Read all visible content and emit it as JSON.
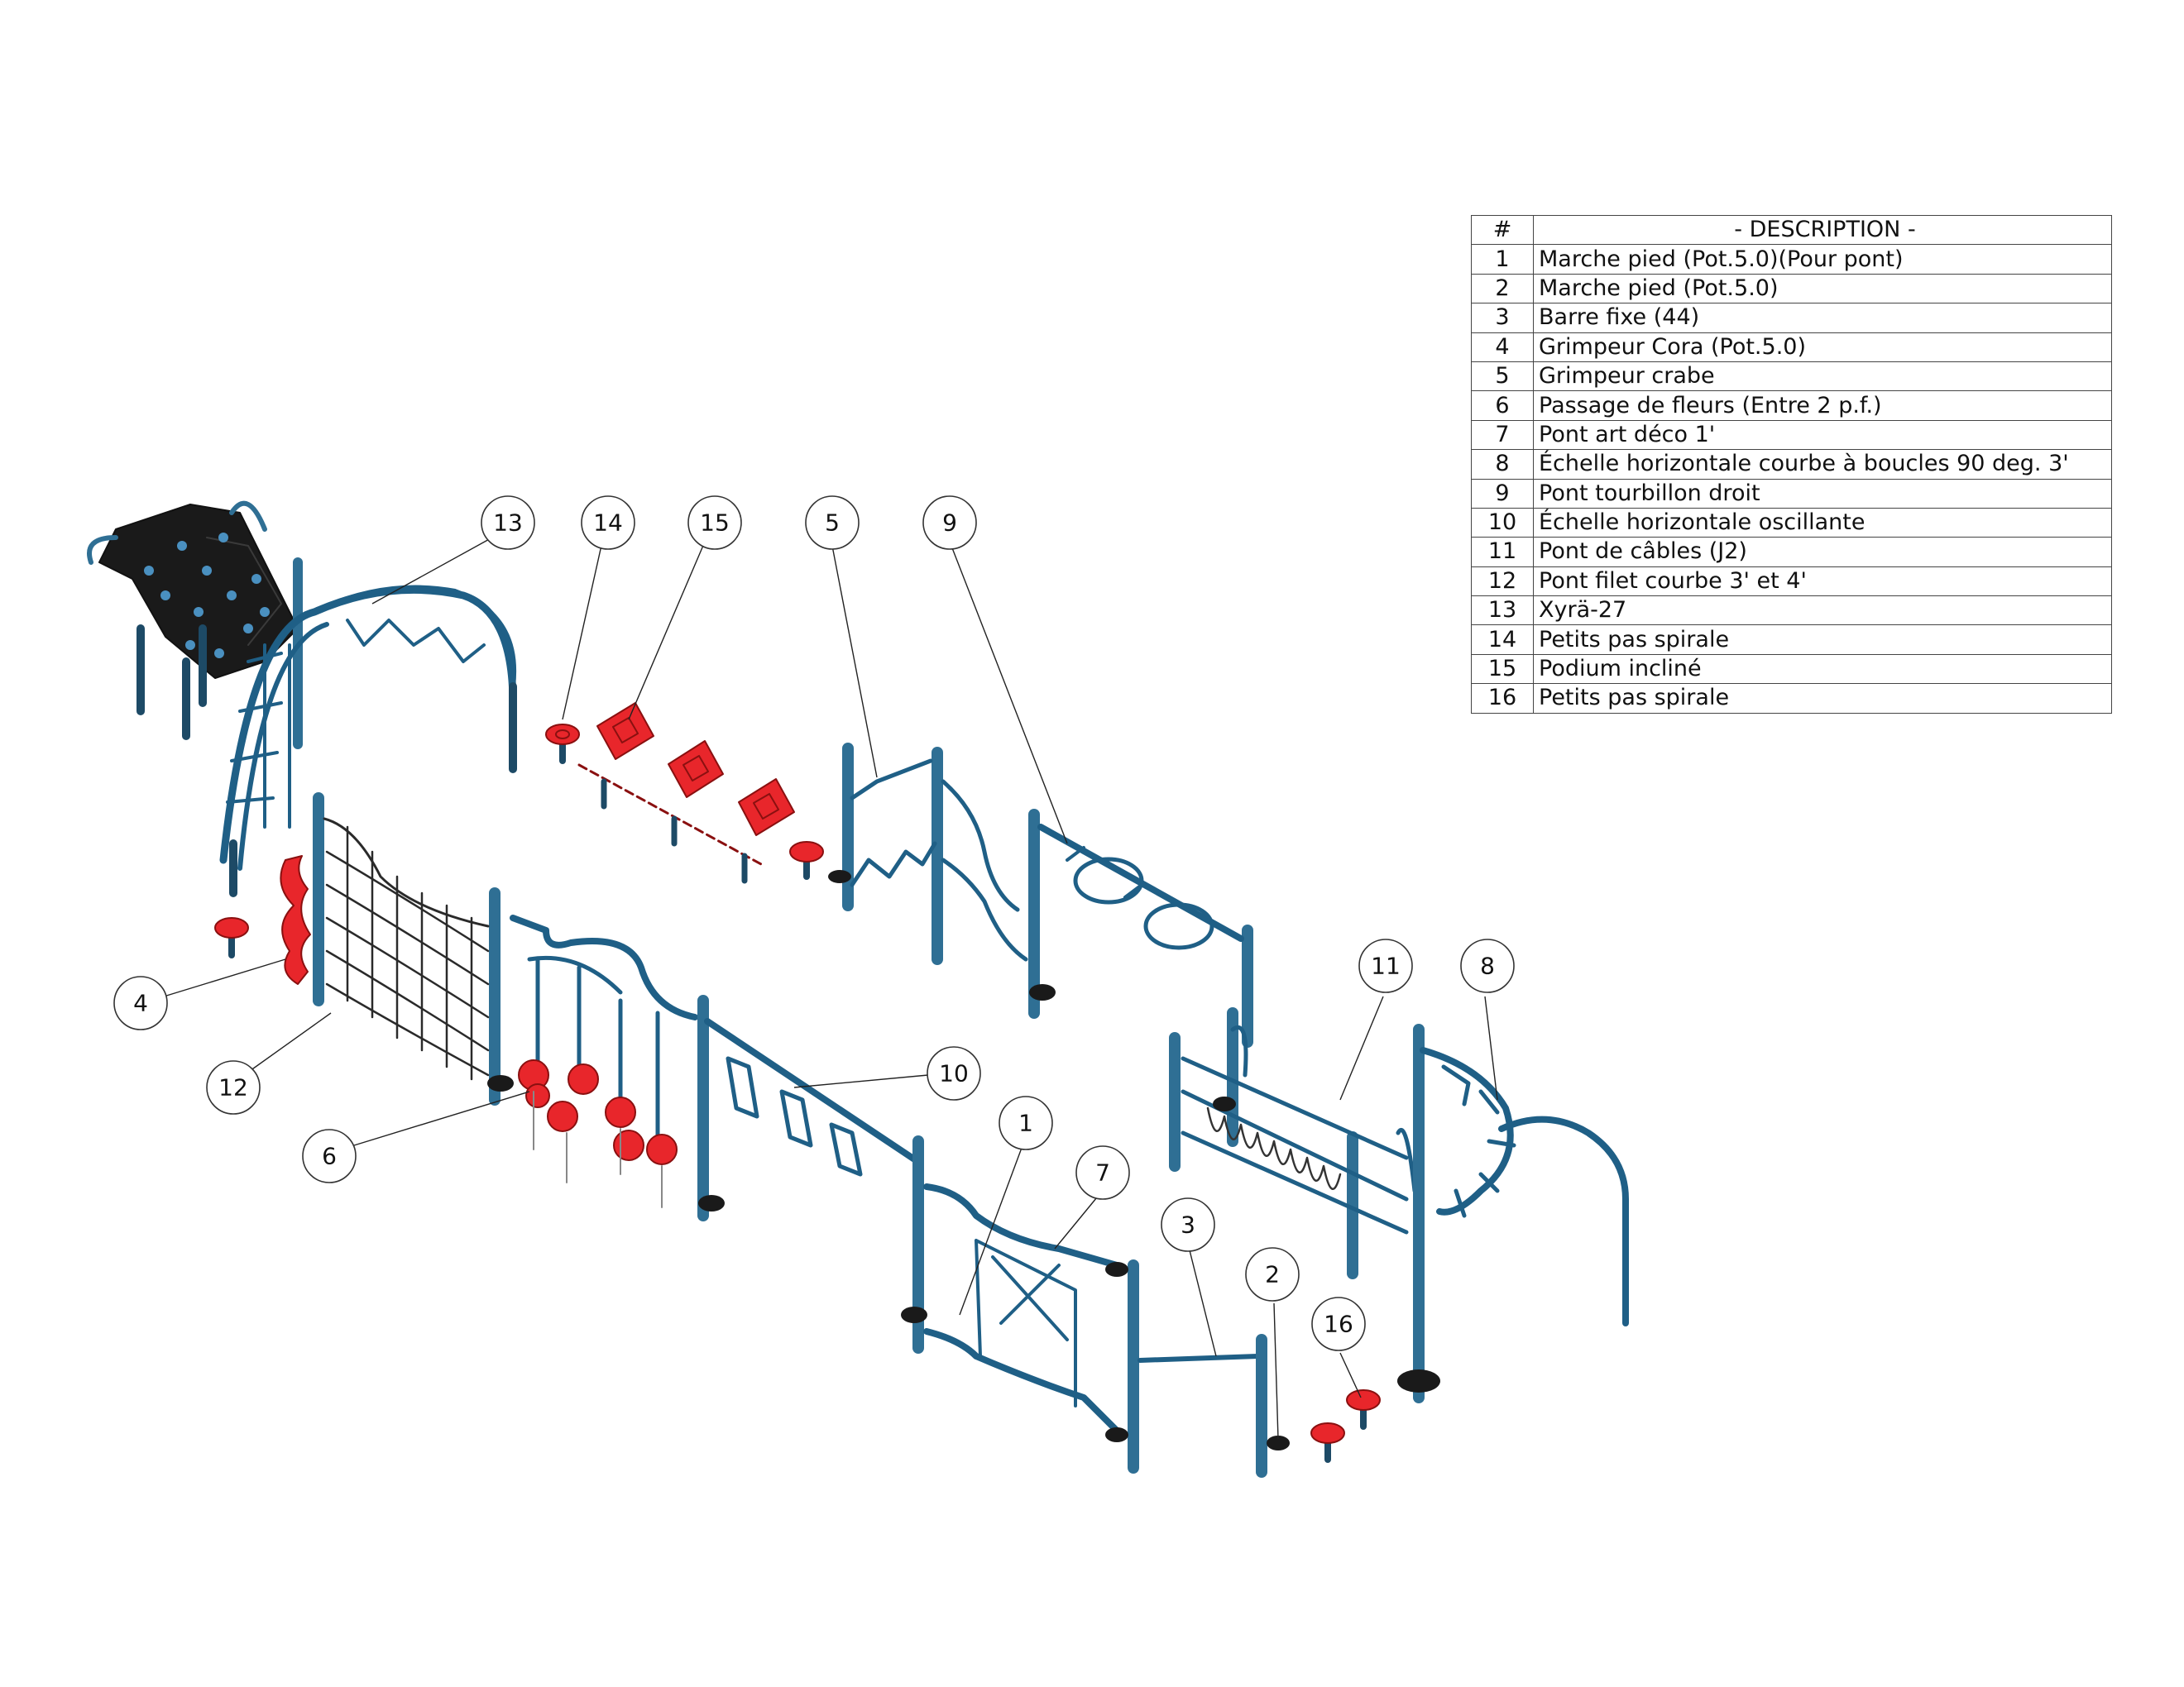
{
  "table": {
    "header_num": "#",
    "header_desc": "- DESCRIPTION -",
    "rows": [
      {
        "num": "1",
        "desc": "Marche pied (Pot.5.0)(Pour pont)"
      },
      {
        "num": "2",
        "desc": "Marche pied (Pot.5.0)"
      },
      {
        "num": "3",
        "desc": "Barre fixe (44)"
      },
      {
        "num": "4",
        "desc": "Grimpeur Cora (Pot.5.0)"
      },
      {
        "num": "5",
        "desc": "Grimpeur crabe"
      },
      {
        "num": "6",
        "desc": "Passage de fleurs (Entre 2 p.f.)"
      },
      {
        "num": "7",
        "desc": "Pont art déco 1'"
      },
      {
        "num": "8",
        "desc": "Échelle horizontale courbe à boucles 90 deg. 3'"
      },
      {
        "num": "9",
        "desc": "Pont tourbillon droit"
      },
      {
        "num": "10",
        "desc": "Échelle horizontale oscillante"
      },
      {
        "num": "11",
        "desc": "Pont de câbles (J2)"
      },
      {
        "num": "12",
        "desc": "Pont filet courbe 3' et 4'"
      },
      {
        "num": "13",
        "desc": "Xyrä-27"
      },
      {
        "num": "14",
        "desc": "Petits pas spirale"
      },
      {
        "num": "15",
        "desc": "Podium incliné"
      },
      {
        "num": "16",
        "desc": "Petits pas spirale"
      }
    ]
  },
  "callouts": [
    "13",
    "14",
    "15",
    "5",
    "9",
    "4",
    "12",
    "6",
    "10",
    "1",
    "7",
    "3",
    "2",
    "16",
    "11",
    "8"
  ],
  "colors": {
    "post": "#2f6f94",
    "post_dark": "#1d4a66",
    "rail": "#1f5f86",
    "red": "#e8262b",
    "black_panel": "#1a1a1a",
    "net": "#2a2a2a"
  },
  "icons": {
    "flower": "flower-step",
    "base": "post-base-plate"
  }
}
